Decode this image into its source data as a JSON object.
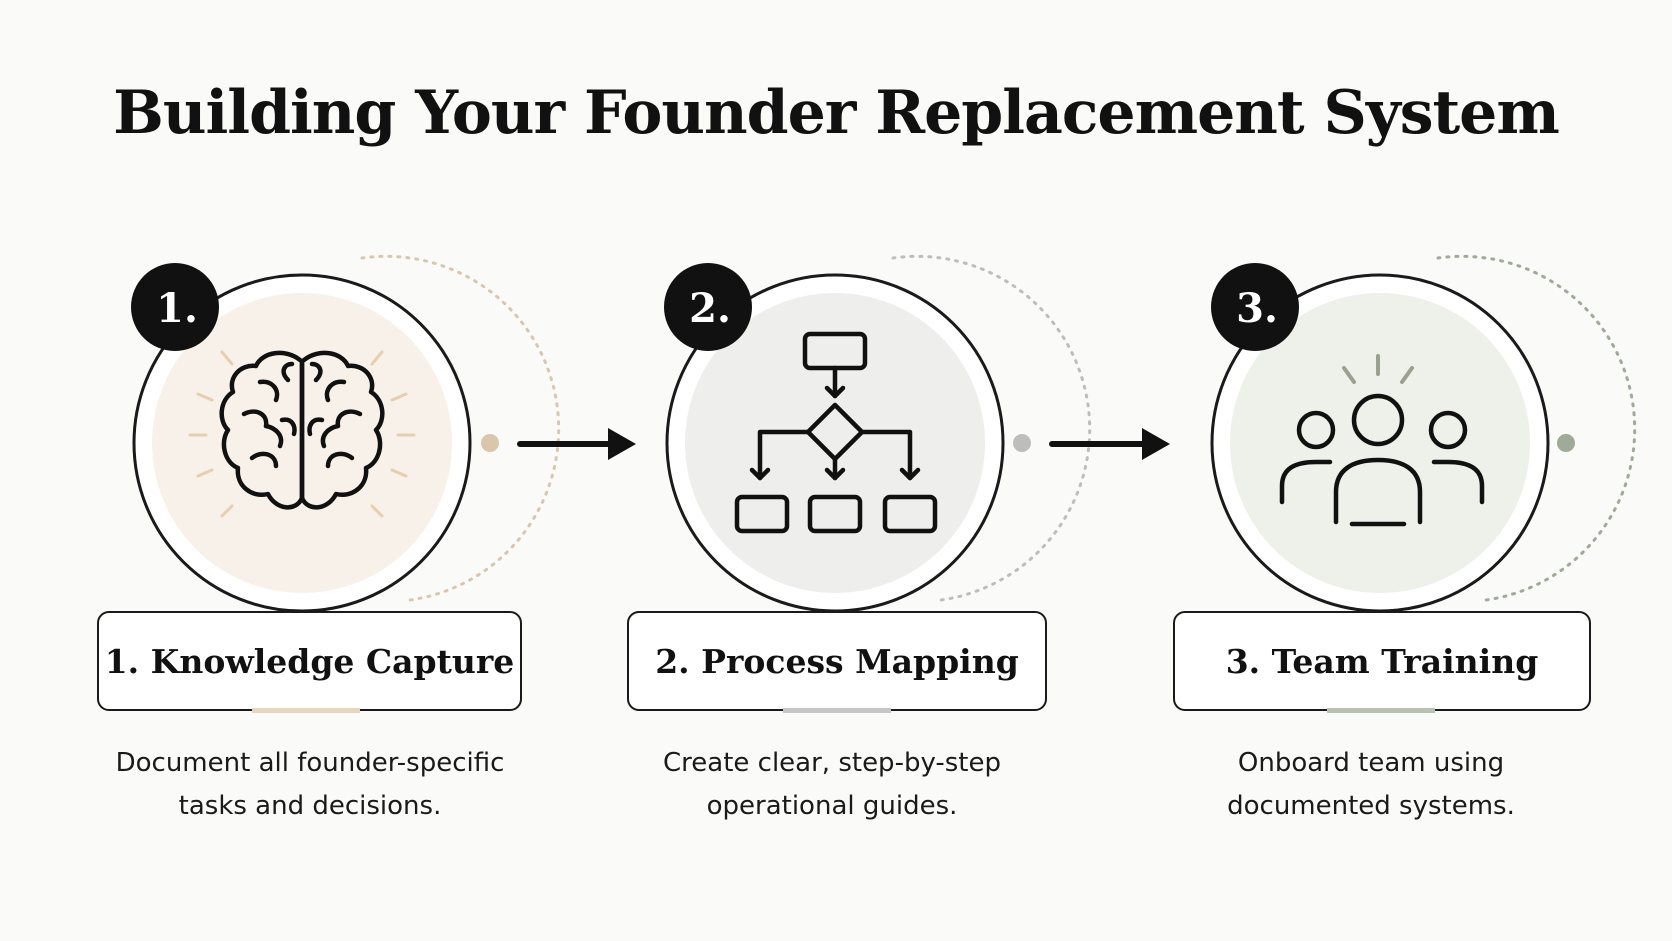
{
  "title": "Building Your Founder Replacement System",
  "steps": [
    {
      "number": "1.",
      "label": "1. Knowledge Capture",
      "description_line1": "Document all founder-specific",
      "description_line2": "tasks and decisions.",
      "icon": "brain-icon",
      "tint": "#f8f1e9",
      "accent": "#e6d5bf"
    },
    {
      "number": "2.",
      "label": "2. Process Mapping",
      "description_line1": "Create clear, step-by-step",
      "description_line2": "operational guides.",
      "icon": "flowchart-icon",
      "tint": "#eeeeec",
      "accent": "#c6c6c6"
    },
    {
      "number": "3.",
      "label": "3. Team Training",
      "description_line1": "Onboard team using",
      "description_line2": "documented systems.",
      "icon": "team-icon",
      "tint": "#eef0ea",
      "accent": "#bac3b3"
    }
  ],
  "colors": {
    "ink": "#111111",
    "background": "#fafaf9",
    "dot_step1": "#d9c6ab",
    "dot_step2": "#bdbdbd",
    "dot_step3": "#9faa98"
  }
}
